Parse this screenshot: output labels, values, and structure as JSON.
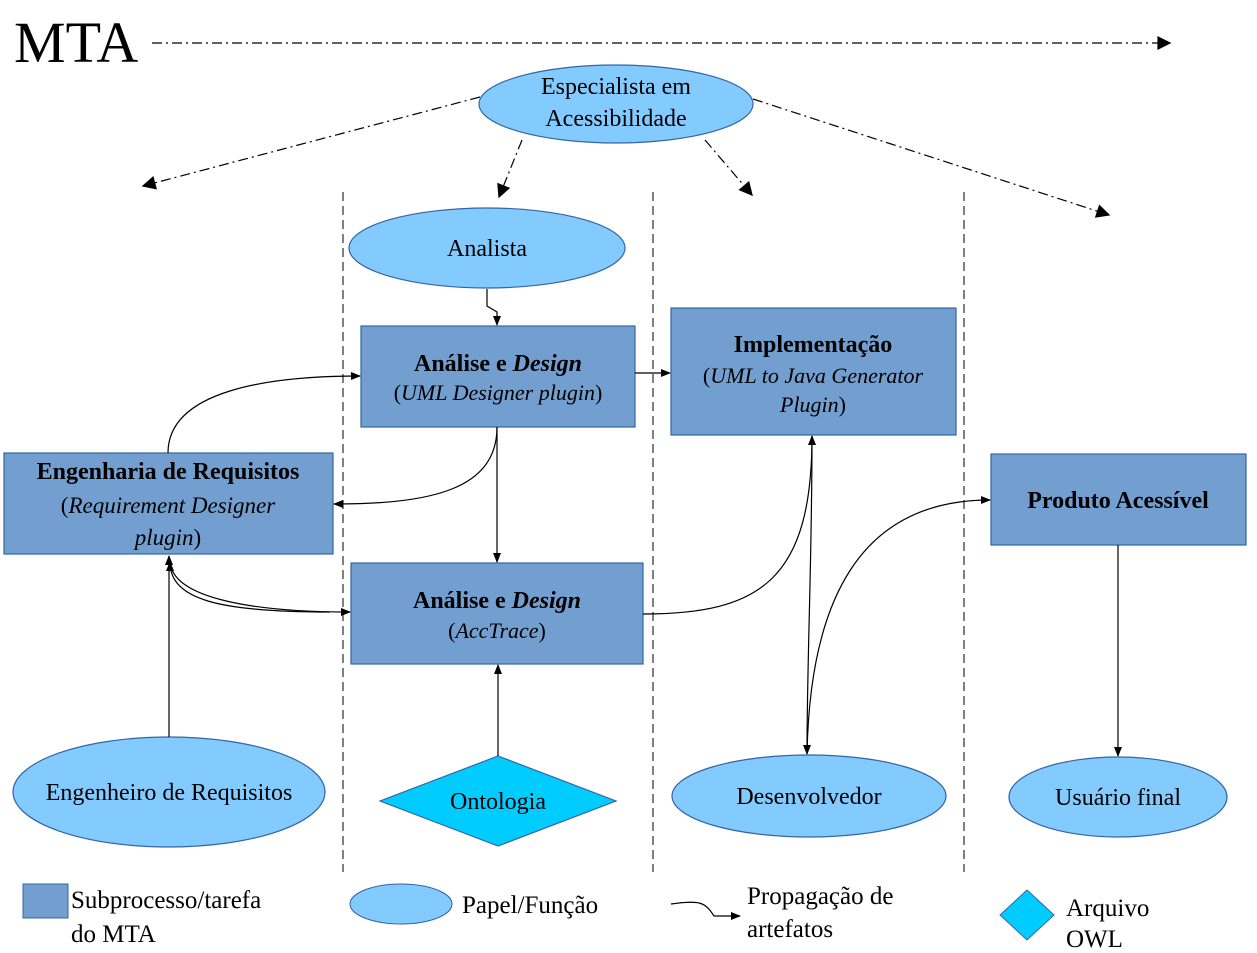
{
  "title": "MTA",
  "roles": {
    "especialista_line1": "Especialista em",
    "especialista_line2": "Acessibilidade",
    "analista": "Analista",
    "engenheiro": "Engenheiro de Requisitos",
    "desenvolvedor": "Desenvolvedor",
    "usuario": "Usuário final"
  },
  "processes": {
    "analise_uml": {
      "title_plain": "Análise e ",
      "title_em": "Design",
      "sub_open": "(",
      "sub_italic": "UML Designer plugin",
      "sub_close": ")"
    },
    "analise_acc": {
      "title_plain": "Análise e ",
      "title_em": "Design",
      "sub_open": "(",
      "sub_italic": "AccTrace",
      "sub_close": ")"
    },
    "implementacao": {
      "title": "Implementação",
      "sub1_open": "(",
      "sub1_italic": "UML to Java Generator",
      "sub2_italic": "Plugin",
      "sub2_close": ")"
    },
    "engenharia": {
      "title": "Engenharia de Requisitos",
      "sub1_open": "(",
      "sub1_italic": "Requirement Designer",
      "sub2_italic": "plugin",
      "sub2_close": ")"
    },
    "produto": {
      "title": "Produto Acessível"
    }
  },
  "artifacts": {
    "ontologia": "Ontologia"
  },
  "legend": {
    "subprocess_line1": "Subprocesso/tarefa",
    "subprocess_line2": "do MTA",
    "role": "Papel/Função",
    "propagation_line1": "Propagação de",
    "propagation_line2": "artefatos",
    "owl_line1": "Arquivo",
    "owl_line2": "OWL"
  },
  "colors": {
    "process_fill": "#729fcf",
    "process_stroke": "#3465a4",
    "role_fill": "#83caff",
    "role_stroke": "#3465a4",
    "owl_fill": "#00ccff"
  }
}
